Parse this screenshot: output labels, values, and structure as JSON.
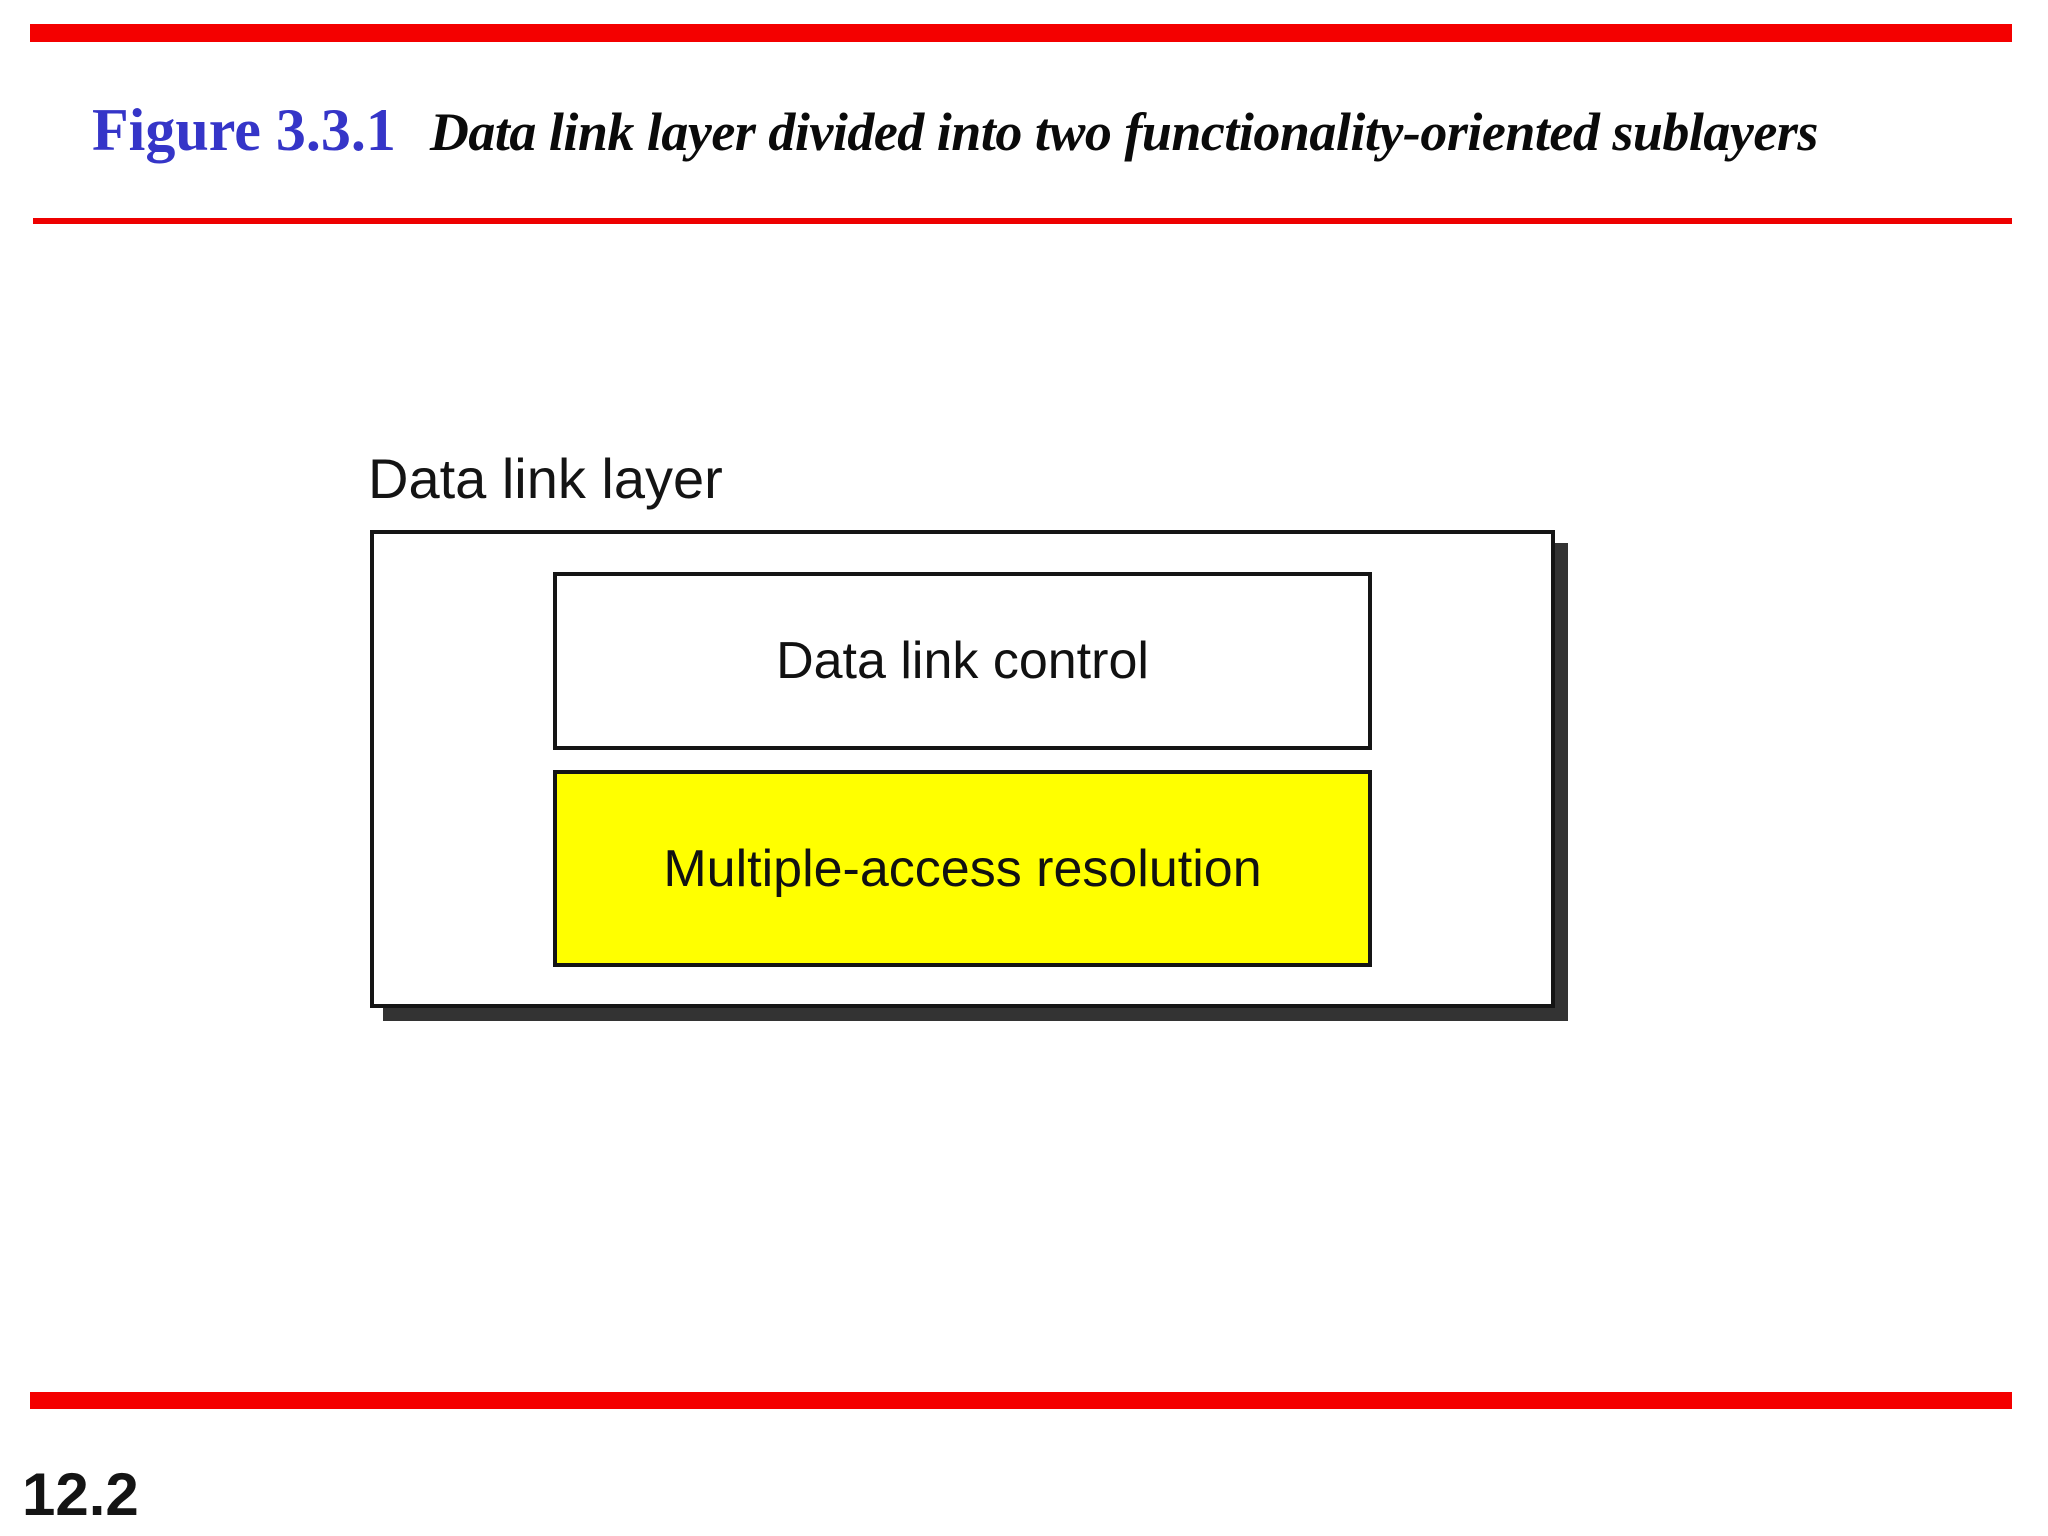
{
  "slide": {
    "figure_label": "Figure 3.3.1",
    "figure_caption": "Data link layer divided into two functionality-oriented sublayers",
    "page_number": "12.2"
  },
  "diagram": {
    "outer_label": "Data link layer",
    "sublayers": [
      {
        "label": "Data link control",
        "fill": "#ffffff"
      },
      {
        "label": "Multiple-access resolution",
        "fill": "#ffff00"
      }
    ]
  },
  "colors": {
    "accent_red": "#f40000",
    "figure_label_blue": "#3535c8",
    "highlight_yellow": "#ffff00",
    "shadow_gray": "#333333",
    "border_black": "#151515"
  }
}
